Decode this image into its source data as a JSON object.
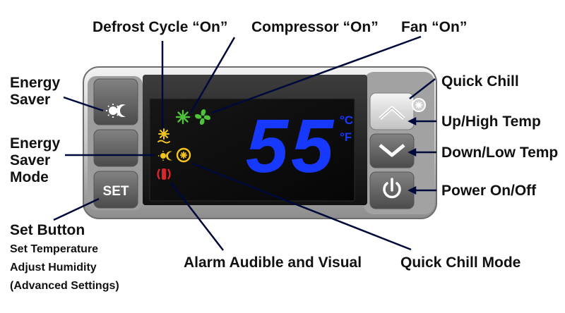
{
  "display": {
    "temperature": "55",
    "unit_celsius": "°C",
    "unit_fahrenheit": "°F",
    "digit_color": "#1638ff"
  },
  "buttons": {
    "set_label": "SET"
  },
  "callouts": {
    "defrost": "Defrost Cycle “On”",
    "compressor": "Compressor “On”",
    "fan": "Fan “On”",
    "energy_saver": [
      "Energy",
      "Saver"
    ],
    "energy_saver_mode": [
      "Energy",
      "Saver",
      "Mode"
    ],
    "quick_chill": "Quick Chill",
    "up_high_temp": "Up/High Temp",
    "down_low_temp": "Down/Low Temp",
    "power": "Power On/Off",
    "set_button": "Set Button",
    "set_details": [
      "Set Temperature",
      "Adjust Humidity",
      "(Advanced Settings)"
    ],
    "alarm": "Alarm Audible and Visual",
    "quick_chill_mode": "Quick Chill Mode"
  },
  "icons": {
    "defrost": "defrost-snowflake-icon",
    "compressor": "compressor-snowflake-icon",
    "fan": "fan-icon",
    "energy_saver_button": "sun-moon-icon",
    "energy_saver_mode": "sun-moon-icon",
    "quick_chill_mode": "quick-chill-icon",
    "alarm": "alarm-icon",
    "up": "up-chevron-icon",
    "down": "down-chevron-icon",
    "power": "power-icon",
    "quick_chill_key": "quick-chill-icon"
  },
  "colors": {
    "leader": "#000a3a",
    "compressor_icon": "#4ec33a",
    "fan_icon": "#4ec33a",
    "defrost_icon": "#f3c51a",
    "energy_mode_icon": "#f3c51a",
    "alarm_icon": "#d8262a"
  }
}
